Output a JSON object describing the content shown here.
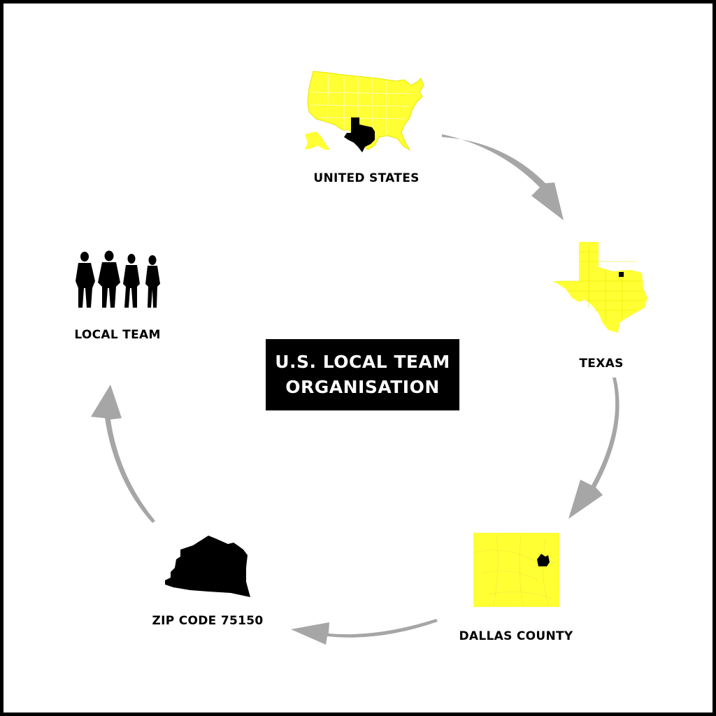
{
  "title": {
    "line1": "U.S. LOCAL TEAM",
    "line2": "ORGANISATION"
  },
  "nodes": [
    {
      "id": "united-states",
      "label": "UNITED STATES",
      "icon": "usa-map-icon"
    },
    {
      "id": "texas",
      "label": "TEXAS",
      "icon": "texas-map-icon"
    },
    {
      "id": "dallas-county",
      "label": "DALLAS COUNTY",
      "icon": "dallas-county-map-icon"
    },
    {
      "id": "zip-code",
      "label": "ZIP CODE 75150",
      "icon": "zip-code-area-icon"
    },
    {
      "id": "local-team",
      "label": "LOCAL TEAM",
      "icon": "people-silhouettes-icon"
    }
  ],
  "colors": {
    "map_fill": "#ffff33",
    "highlight": "#000000",
    "arrow": "#a6a6a6",
    "title_bg": "#000000",
    "title_text": "#ffffff"
  }
}
